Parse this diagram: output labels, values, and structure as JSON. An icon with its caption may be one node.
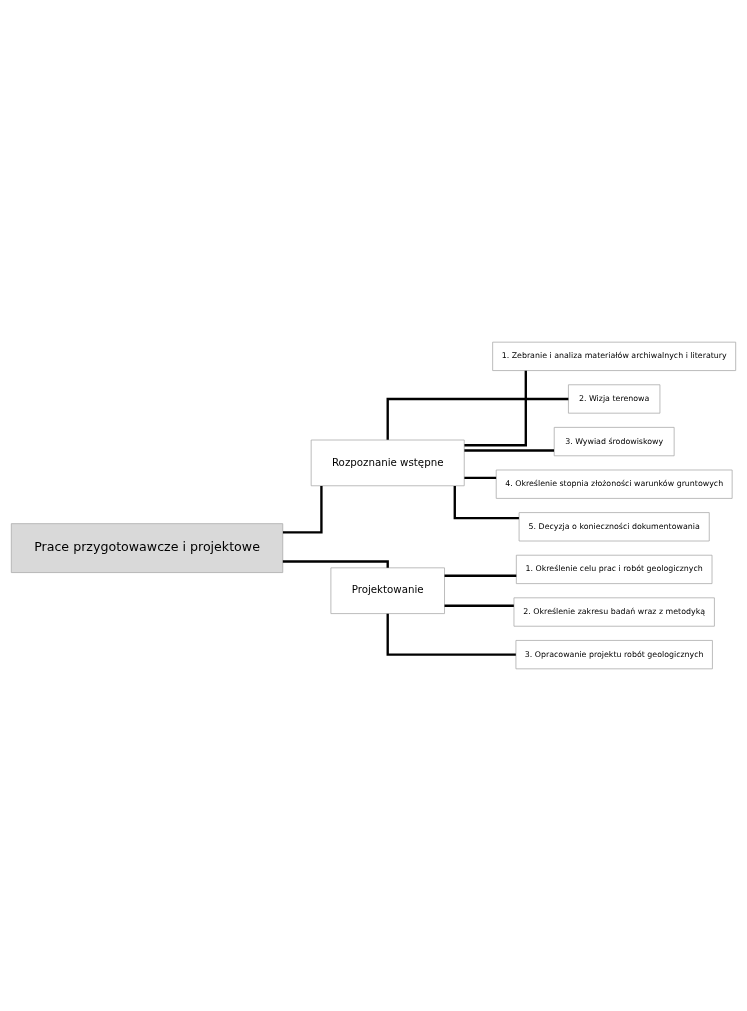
{
  "diagram": {
    "nodes": [
      {
        "text": [
          "Prace przygotowawcze i projektowe"
        ]
      },
      {
        "text": [
          "Rozpoznanie wstępne"
        ]
      },
      {
        "text": [
          "1. Zebranie i analiza materiałów archiwalnych i literatury"
        ]
      },
      {
        "text": [
          "2. Wizja terenowa"
        ]
      },
      {
        "text": [
          "3. Wywiad środowiskowy"
        ]
      },
      {
        "text": [
          "4. Określenie stopnia złożoności warunków gruntowych"
        ]
      },
      {
        "text": [
          "5. Decyzja o konieczności dokumentowania"
        ]
      },
      {
        "text": [
          "Projektowanie"
        ]
      },
      {
        "text": [
          "1. Określenie celu prac i robót geologicznych"
        ]
      },
      {
        "text": [
          "2. Określenie zakresu badań wraz z metodyką"
        ]
      },
      {
        "text": [
          "3. Opracowanie projektu robót geologicznych"
        ]
      }
    ],
    "edges": [
      {
        "from": 0,
        "to": 1,
        "arrow": "none"
      },
      {
        "from": 1,
        "to": 2,
        "arrow": "none"
      },
      {
        "from": 1,
        "to": 3,
        "arrow": "none"
      },
      {
        "from": 1,
        "to": 4,
        "arrow": "none"
      },
      {
        "from": 1,
        "to": 5,
        "arrow": "none"
      },
      {
        "from": 1,
        "to": 6,
        "arrow": "none"
      },
      {
        "from": 0,
        "to": 7,
        "arrow": "none"
      },
      {
        "from": 7,
        "to": 8,
        "arrow": "none"
      },
      {
        "from": 7,
        "to": 9,
        "arrow": "none"
      },
      {
        "from": 7,
        "to": 10,
        "arrow": "none"
      }
    ]
  }
}
